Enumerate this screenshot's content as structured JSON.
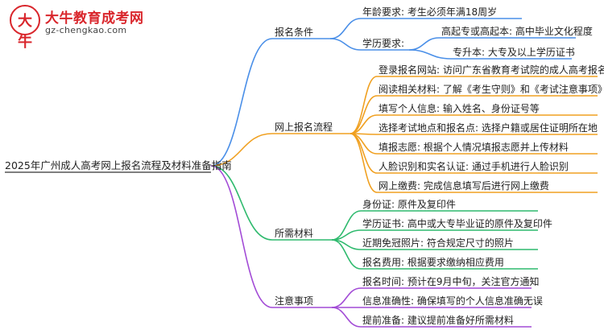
{
  "logo": {
    "mark": "大牛",
    "title": "大牛教育成考网",
    "url": "gz-chengkao.com"
  },
  "root": "2025年广州成人高考网上报名流程及材料准备指南",
  "colors": {
    "branch1": "#4a8fe8",
    "branch2": "#f0a020",
    "branch3": "#2fba6e",
    "branch4": "#a24bd6",
    "sub": "#e8452f"
  },
  "branches": [
    {
      "label": "报名条件",
      "items": [
        {
          "label": "年龄要求: 考生必须年满18周岁"
        },
        {
          "label": "学历要求:",
          "items": [
            {
              "label": "高起专或高起本: 高中毕业文化程度"
            },
            {
              "label": "专升本: 大专及以上学历证书"
            }
          ]
        }
      ]
    },
    {
      "label": "网上报名流程",
      "items": [
        {
          "label": "登录报名网站: 访问广东省教育考试院的成人高考报名网址"
        },
        {
          "label": "阅读相关材料: 了解《考生守则》和《考试注意事项》"
        },
        {
          "label": "填写个人信息: 输入姓名、身份证号等"
        },
        {
          "label": "选择考试地点和报名点: 选择户籍或居住证明所在地"
        },
        {
          "label": "填报志愿: 根据个人情况填报志愿并上传材料"
        },
        {
          "label": "人脸识别和实名认证: 通过手机进行人脸识别"
        },
        {
          "label": "网上缴费: 完成信息填写后进行网上缴费"
        }
      ]
    },
    {
      "label": "所需材料",
      "items": [
        {
          "label": "身份证: 原件及复印件"
        },
        {
          "label": "学历证书: 高中或大专毕业证的原件及复印件"
        },
        {
          "label": "近期免冠照片: 符合规定尺寸的照片"
        },
        {
          "label": "报名费用: 根据要求缴纳相应费用"
        }
      ]
    },
    {
      "label": "注意事项",
      "items": [
        {
          "label": "报名时间: 预计在9月中旬，关注官方通知"
        },
        {
          "label": "信息准确性: 确保填写的个人信息准确无误"
        },
        {
          "label": "提前准备: 建议提前准备好所需材料"
        }
      ]
    }
  ]
}
